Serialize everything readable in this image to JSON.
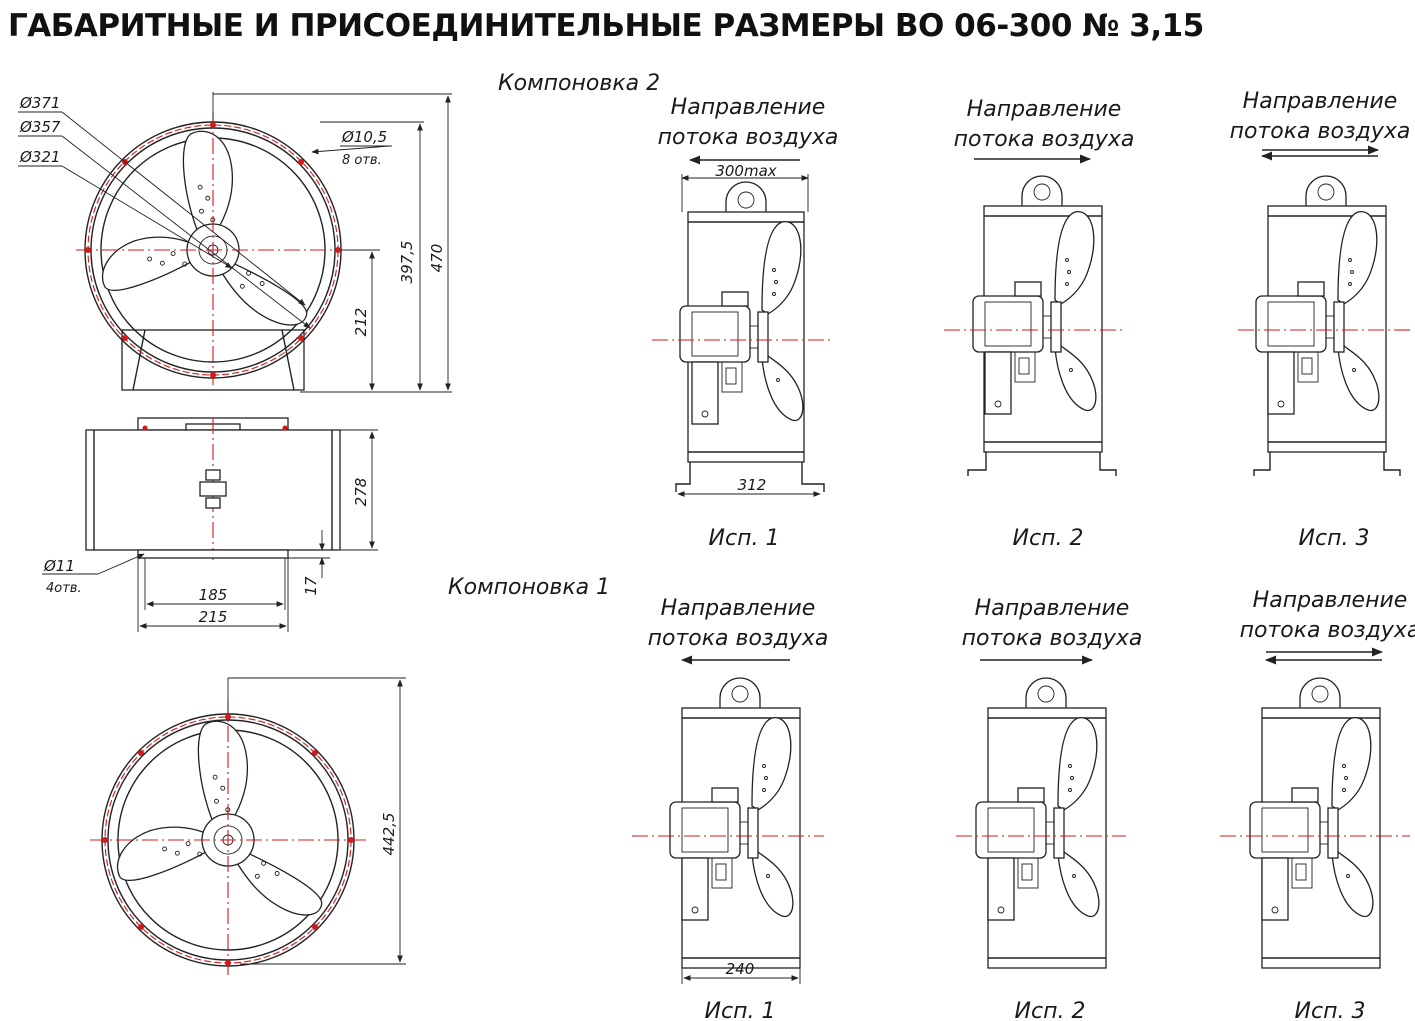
{
  "title": "ГАБАРИТНЫЕ И ПРИСОЕДИНИТЕЛЬНЫЕ РАЗМЕРЫ ВО 06-300 № 3,15",
  "layouts": {
    "layout_2": "Компоновка 2",
    "layout_1": "Компоновка 1"
  },
  "dimensions": {
    "d371": "Ø371",
    "d357": "Ø357",
    "d321": "Ø321",
    "d10_5": "Ø10,5",
    "holes_8": "8 отв.",
    "h397_5": "397,5",
    "h470": "470",
    "h212": "212",
    "h278": "278",
    "d11": "Ø11",
    "holes_4": "4отв.",
    "w185": "185",
    "w215": "215",
    "h17": "17",
    "h442_5": "442,5"
  },
  "variants": {
    "flow_line1": "Направление",
    "flow_line2": "потока воздуха",
    "top_row": [
      {
        "label": "Исп. 1",
        "dim_top": "300max",
        "dim_bottom": "312"
      },
      {
        "label": "Исп. 2"
      },
      {
        "label": "Исп. 3"
      }
    ],
    "bottom_row": [
      {
        "label": "Исп. 1",
        "dim_bottom": "240"
      },
      {
        "label": "Исп. 2"
      },
      {
        "label": "Исп. 3"
      }
    ]
  },
  "colors": {
    "line": "#222222",
    "centerline": "#d21a1a",
    "title": "#111111"
  }
}
